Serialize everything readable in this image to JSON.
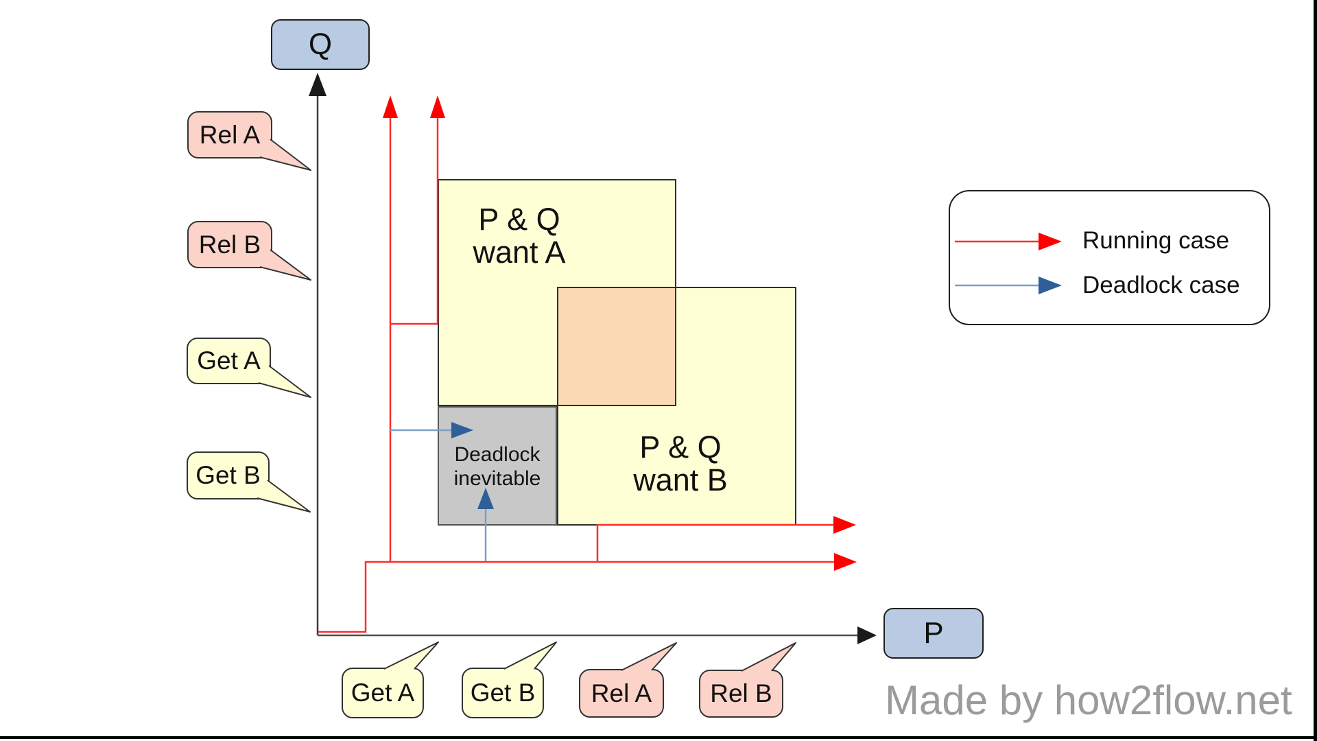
{
  "axes": {
    "q_label": "Q",
    "p_label": "P"
  },
  "regions": {
    "want_a": {
      "text": "P & Q\nwant A"
    },
    "want_b": {
      "text": "P & Q\nwant B"
    },
    "deadlock": {
      "text": "Deadlock\ninevitable"
    }
  },
  "callouts": {
    "left": [
      {
        "label": "Rel A",
        "kind": "release"
      },
      {
        "label": "Rel B",
        "kind": "release"
      },
      {
        "label": "Get A",
        "kind": "get"
      },
      {
        "label": "Get B",
        "kind": "get"
      }
    ],
    "bottom": [
      {
        "label": "Get A",
        "kind": "get"
      },
      {
        "label": "Get B",
        "kind": "get"
      },
      {
        "label": "Rel A",
        "kind": "release"
      },
      {
        "label": "Rel B",
        "kind": "release"
      }
    ]
  },
  "legend": {
    "items": [
      {
        "label": "Running case",
        "color": "#ff0000"
      },
      {
        "label": "Deadlock case",
        "color": "#2f5f99"
      }
    ]
  },
  "watermark": "Made by how2flow.net",
  "colors": {
    "running_line": "#ff2b2b",
    "running_arrow": "#ff0000",
    "deadlock_line": "#7d9dc9",
    "deadlock_arrow": "#2f5f99",
    "region_yellow": "#ffffd6",
    "region_orange": "#fbd9b4",
    "region_gray": "#c8c8c8",
    "process_box": "#b8cbe2",
    "callout_pink": "#fbd3c9",
    "callout_yellow": "#ffffd6"
  }
}
